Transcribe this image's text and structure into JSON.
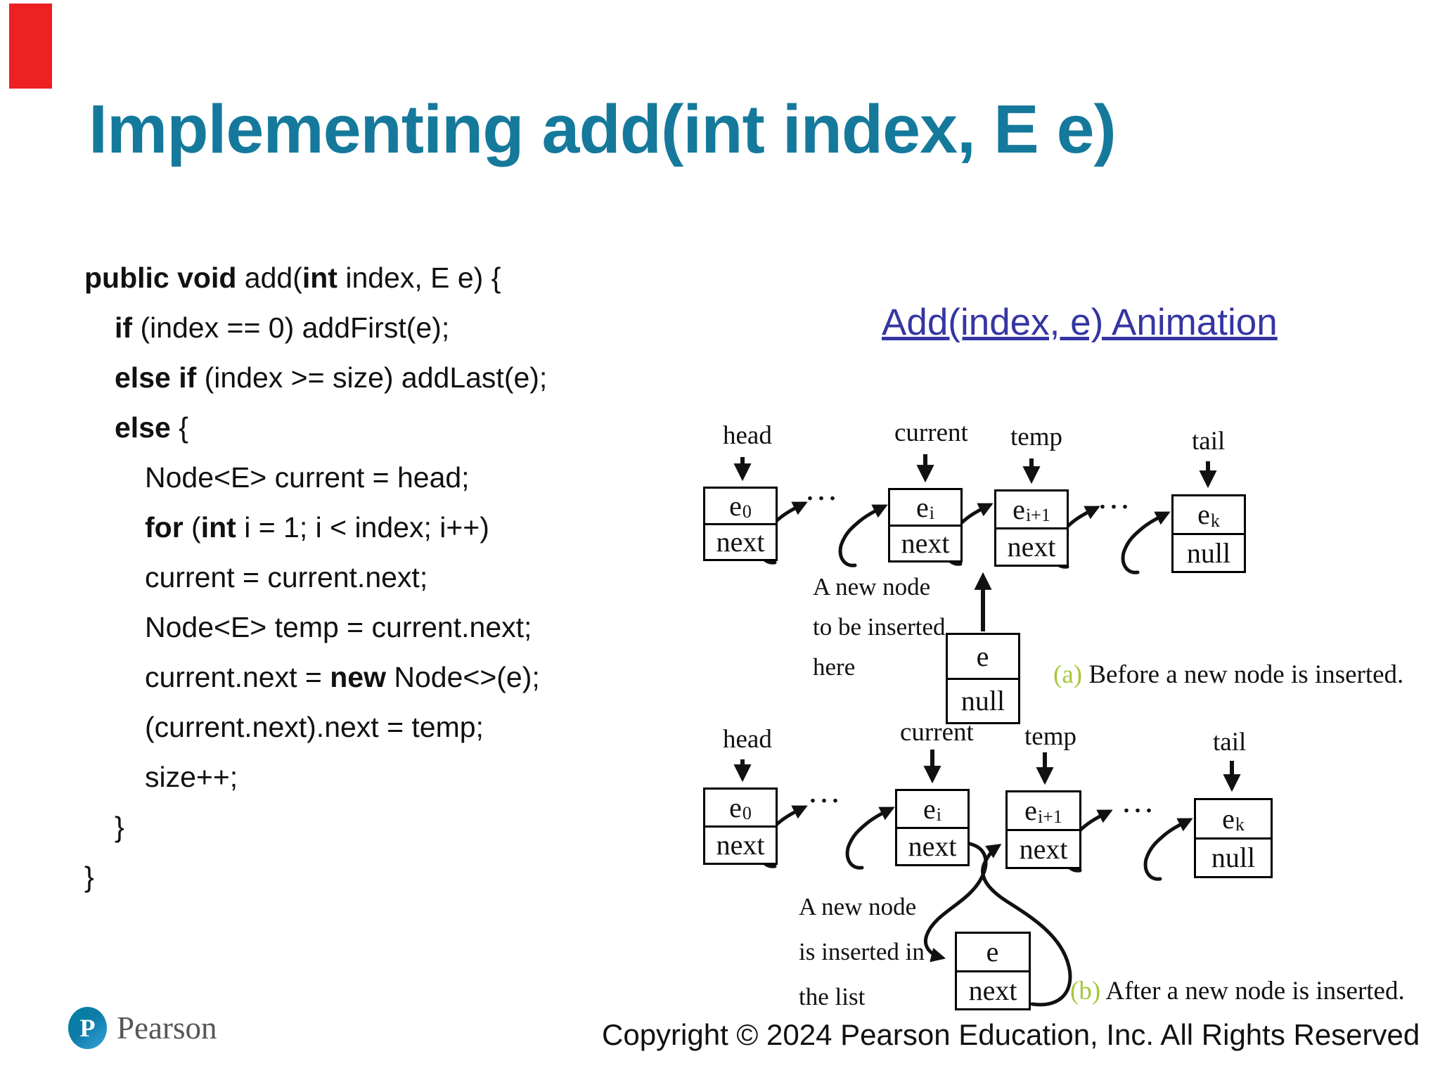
{
  "slide": {
    "title": "Implementing add(int index, E e)",
    "title_color": "#15799c",
    "accent_color": "#ed2024"
  },
  "code": {
    "lines": [
      {
        "indent": 0,
        "segments": [
          {
            "text": "public void ",
            "bold": true
          },
          {
            "text": "add(",
            "bold": false
          },
          {
            "text": "int",
            "bold": true
          },
          {
            "text": " index, E e) {",
            "bold": false
          }
        ]
      },
      {
        "indent": 1,
        "segments": [
          {
            "text": "if ",
            "bold": true
          },
          {
            "text": "(index == 0) addFirst(e);",
            "bold": false
          }
        ]
      },
      {
        "indent": 1,
        "segments": [
          {
            "text": "else if ",
            "bold": true
          },
          {
            "text": "(index >= size) addLast(e);",
            "bold": false
          }
        ]
      },
      {
        "indent": 1,
        "segments": [
          {
            "text": "else ",
            "bold": true
          },
          {
            "text": "{",
            "bold": false
          }
        ]
      },
      {
        "indent": 2,
        "segments": [
          {
            "text": "Node<E> current = head;",
            "bold": false
          }
        ]
      },
      {
        "indent": 2,
        "segments": [
          {
            "text": "for ",
            "bold": true
          },
          {
            "text": "(",
            "bold": false
          },
          {
            "text": "int",
            "bold": true
          },
          {
            "text": " i = 1; i < index; i++)",
            "bold": false
          }
        ]
      },
      {
        "indent": 2,
        "segments": [
          {
            "text": "current = current.next;",
            "bold": false
          }
        ]
      },
      {
        "indent": 2,
        "segments": [
          {
            "text": "Node<E> temp = current.next;",
            "bold": false
          }
        ]
      },
      {
        "indent": 2,
        "segments": [
          {
            "text": "current.next = ",
            "bold": false
          },
          {
            "text": "new",
            "bold": true
          },
          {
            "text": " Node<>(e);",
            "bold": false
          }
        ]
      },
      {
        "indent": 2,
        "segments": [
          {
            "text": "(current.next).next = temp;",
            "bold": false
          }
        ]
      },
      {
        "indent": 2,
        "segments": [
          {
            "text": "size++;",
            "bold": false
          }
        ]
      },
      {
        "indent": 1,
        "segments": [
          {
            "text": "}",
            "bold": false
          }
        ]
      },
      {
        "indent": 0,
        "segments": [
          {
            "text": "}",
            "bold": false
          }
        ]
      }
    ]
  },
  "animation_link": {
    "label": "Add(index, e) Animation",
    "color": "#3535a3"
  },
  "diagram_a": {
    "pointers": {
      "head": "head",
      "current": "current",
      "temp": "temp",
      "tail": "tail"
    },
    "ellipsis1": "...",
    "ellipsis2": "...",
    "nodes": {
      "n0": {
        "main": "e",
        "sub": "0",
        "bottom": "next"
      },
      "ni": {
        "main": "e",
        "sub": "i",
        "bottom": "next"
      },
      "ni1": {
        "main": "e",
        "sub": "i+1",
        "bottom": "next"
      },
      "nk": {
        "main": "e",
        "sub": "k",
        "bottom": "null"
      },
      "newnode": {
        "main": "e",
        "sub": "",
        "bottom": "null"
      }
    },
    "note": [
      "A new node",
      "to be inserted",
      "here"
    ],
    "caption_label": "(a)",
    "caption_text": " Before a new node is inserted.",
    "caption_label_color": "#a5c739"
  },
  "diagram_b": {
    "pointers": {
      "head": "head",
      "current": "current",
      "temp": "temp",
      "tail": "tail"
    },
    "ellipsis1": "...",
    "ellipsis2": "...",
    "nodes": {
      "n0": {
        "main": "e",
        "sub": "0",
        "bottom": "next"
      },
      "ni": {
        "main": "e",
        "sub": "i",
        "bottom": "next"
      },
      "ni1": {
        "main": "e",
        "sub": "i+1",
        "bottom": "next"
      },
      "nk": {
        "main": "e",
        "sub": "k",
        "bottom": "null"
      },
      "newnode": {
        "main": "e",
        "sub": "",
        "bottom": "next"
      }
    },
    "note": [
      "A new node",
      "is inserted in",
      "the list"
    ],
    "caption_label": "(b)",
    "caption_text": " After a new node is inserted.",
    "caption_label_color": "#a5c739"
  },
  "footer": {
    "brand_initial": "P",
    "brand": "Pearson",
    "copyright": "Copyright © 2024 Pearson Education, Inc. All Rights Reserved"
  }
}
